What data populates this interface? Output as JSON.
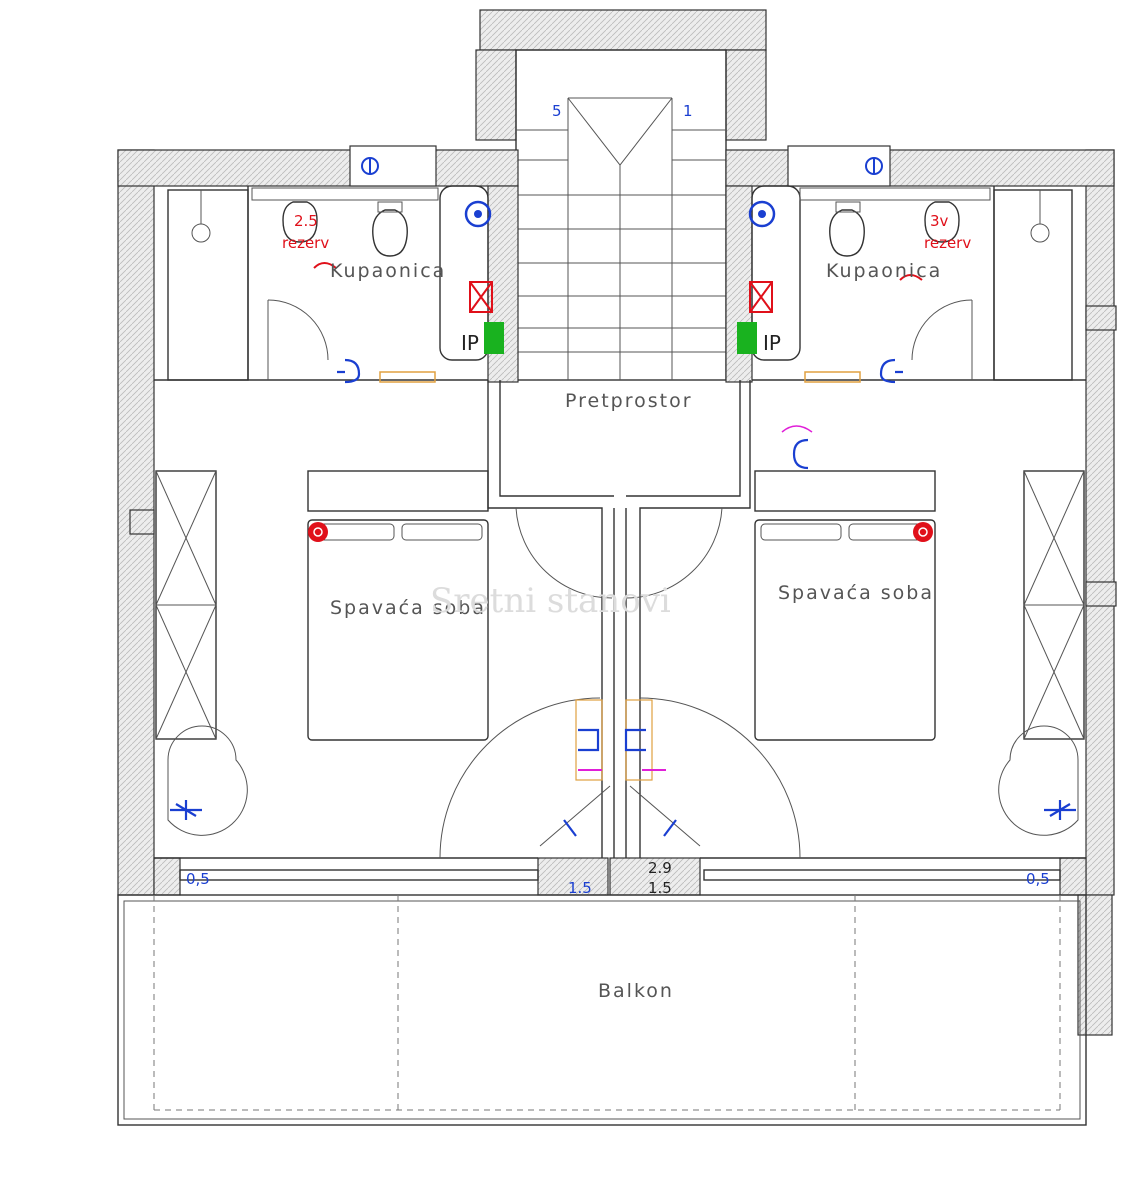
{
  "rooms": {
    "bathroom_left": "Kupaonica",
    "bathroom_right": "Kupaonica",
    "hallway": "Pretprostor",
    "bedroom_left": "Spavaća soba",
    "bedroom_right": "Spavaća soba",
    "balcony": "Balkon"
  },
  "watermark": "Sretni stanovi",
  "labels": {
    "ip_left": "IP",
    "ip_right": "IP",
    "res_left_num": "2.5",
    "res_left_word": "rezerv",
    "res_right_num": "3v",
    "res_right_word": "rezerv"
  },
  "dimensions": {
    "center_top": "2.9",
    "center_bottom_left": "1.5",
    "center_bottom_right": "1.5",
    "left_edge": "0,5",
    "right_edge": "0,5",
    "stair_left": "5",
    "stair_right": "1"
  },
  "colors": {
    "wall": "#333333",
    "electric": "#1a3fd1",
    "marker": "#e0101a",
    "ip_box": "#19b21f",
    "accent": "#e01fd8"
  }
}
